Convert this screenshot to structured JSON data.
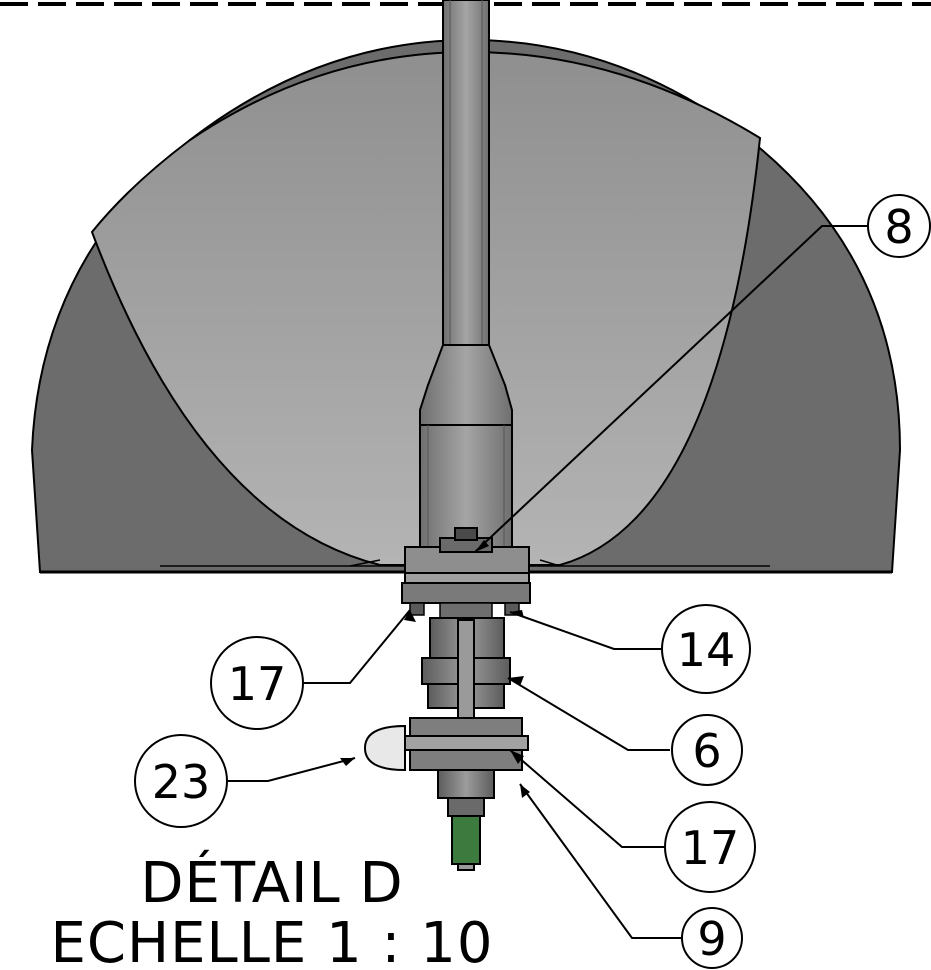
{
  "detail": {
    "title": "DÉTAIL D",
    "scale": "ECHELLE 1 : 10"
  },
  "balloons": [
    {
      "id": "b8",
      "label": "8"
    },
    {
      "id": "b14",
      "label": "14"
    },
    {
      "id": "b17a",
      "label": "17"
    },
    {
      "id": "b6",
      "label": "6"
    },
    {
      "id": "b23",
      "label": "23"
    },
    {
      "id": "b17b",
      "label": "17"
    },
    {
      "id": "b9",
      "label": "9"
    }
  ],
  "colors": {
    "vessel_outer": "#707070",
    "vessel_inner": "#9a9a9a",
    "metal": "#8a8a8a",
    "drain_pipe": "#3a7a3a"
  }
}
